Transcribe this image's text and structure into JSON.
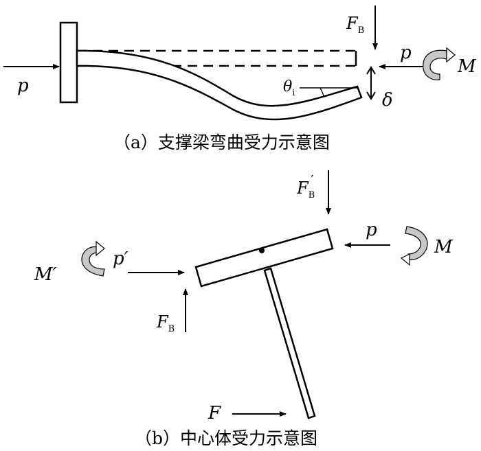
{
  "diagram_a": {
    "caption": "（a）支撑梁弯曲受力示意图",
    "labels": {
      "p_left": "p",
      "p_right": "p",
      "F_B": "F",
      "F_B_sub": "B",
      "M": "M",
      "theta": "θ",
      "theta_sub": "i",
      "delta": "δ"
    }
  },
  "diagram_b": {
    "caption": "（b）中心体受力示意图",
    "labels": {
      "F_B_prime": "F",
      "F_B_prime_sub": "B",
      "F_B_prime_mark": "′",
      "p_right": "p",
      "M": "M",
      "M_prime": "M′",
      "p_prime": "p′",
      "F_B": "F",
      "F_B_sub": "B",
      "F": "F"
    }
  },
  "colors": {
    "stroke": "#000000",
    "moment_fill": "#c8c8c8"
  }
}
